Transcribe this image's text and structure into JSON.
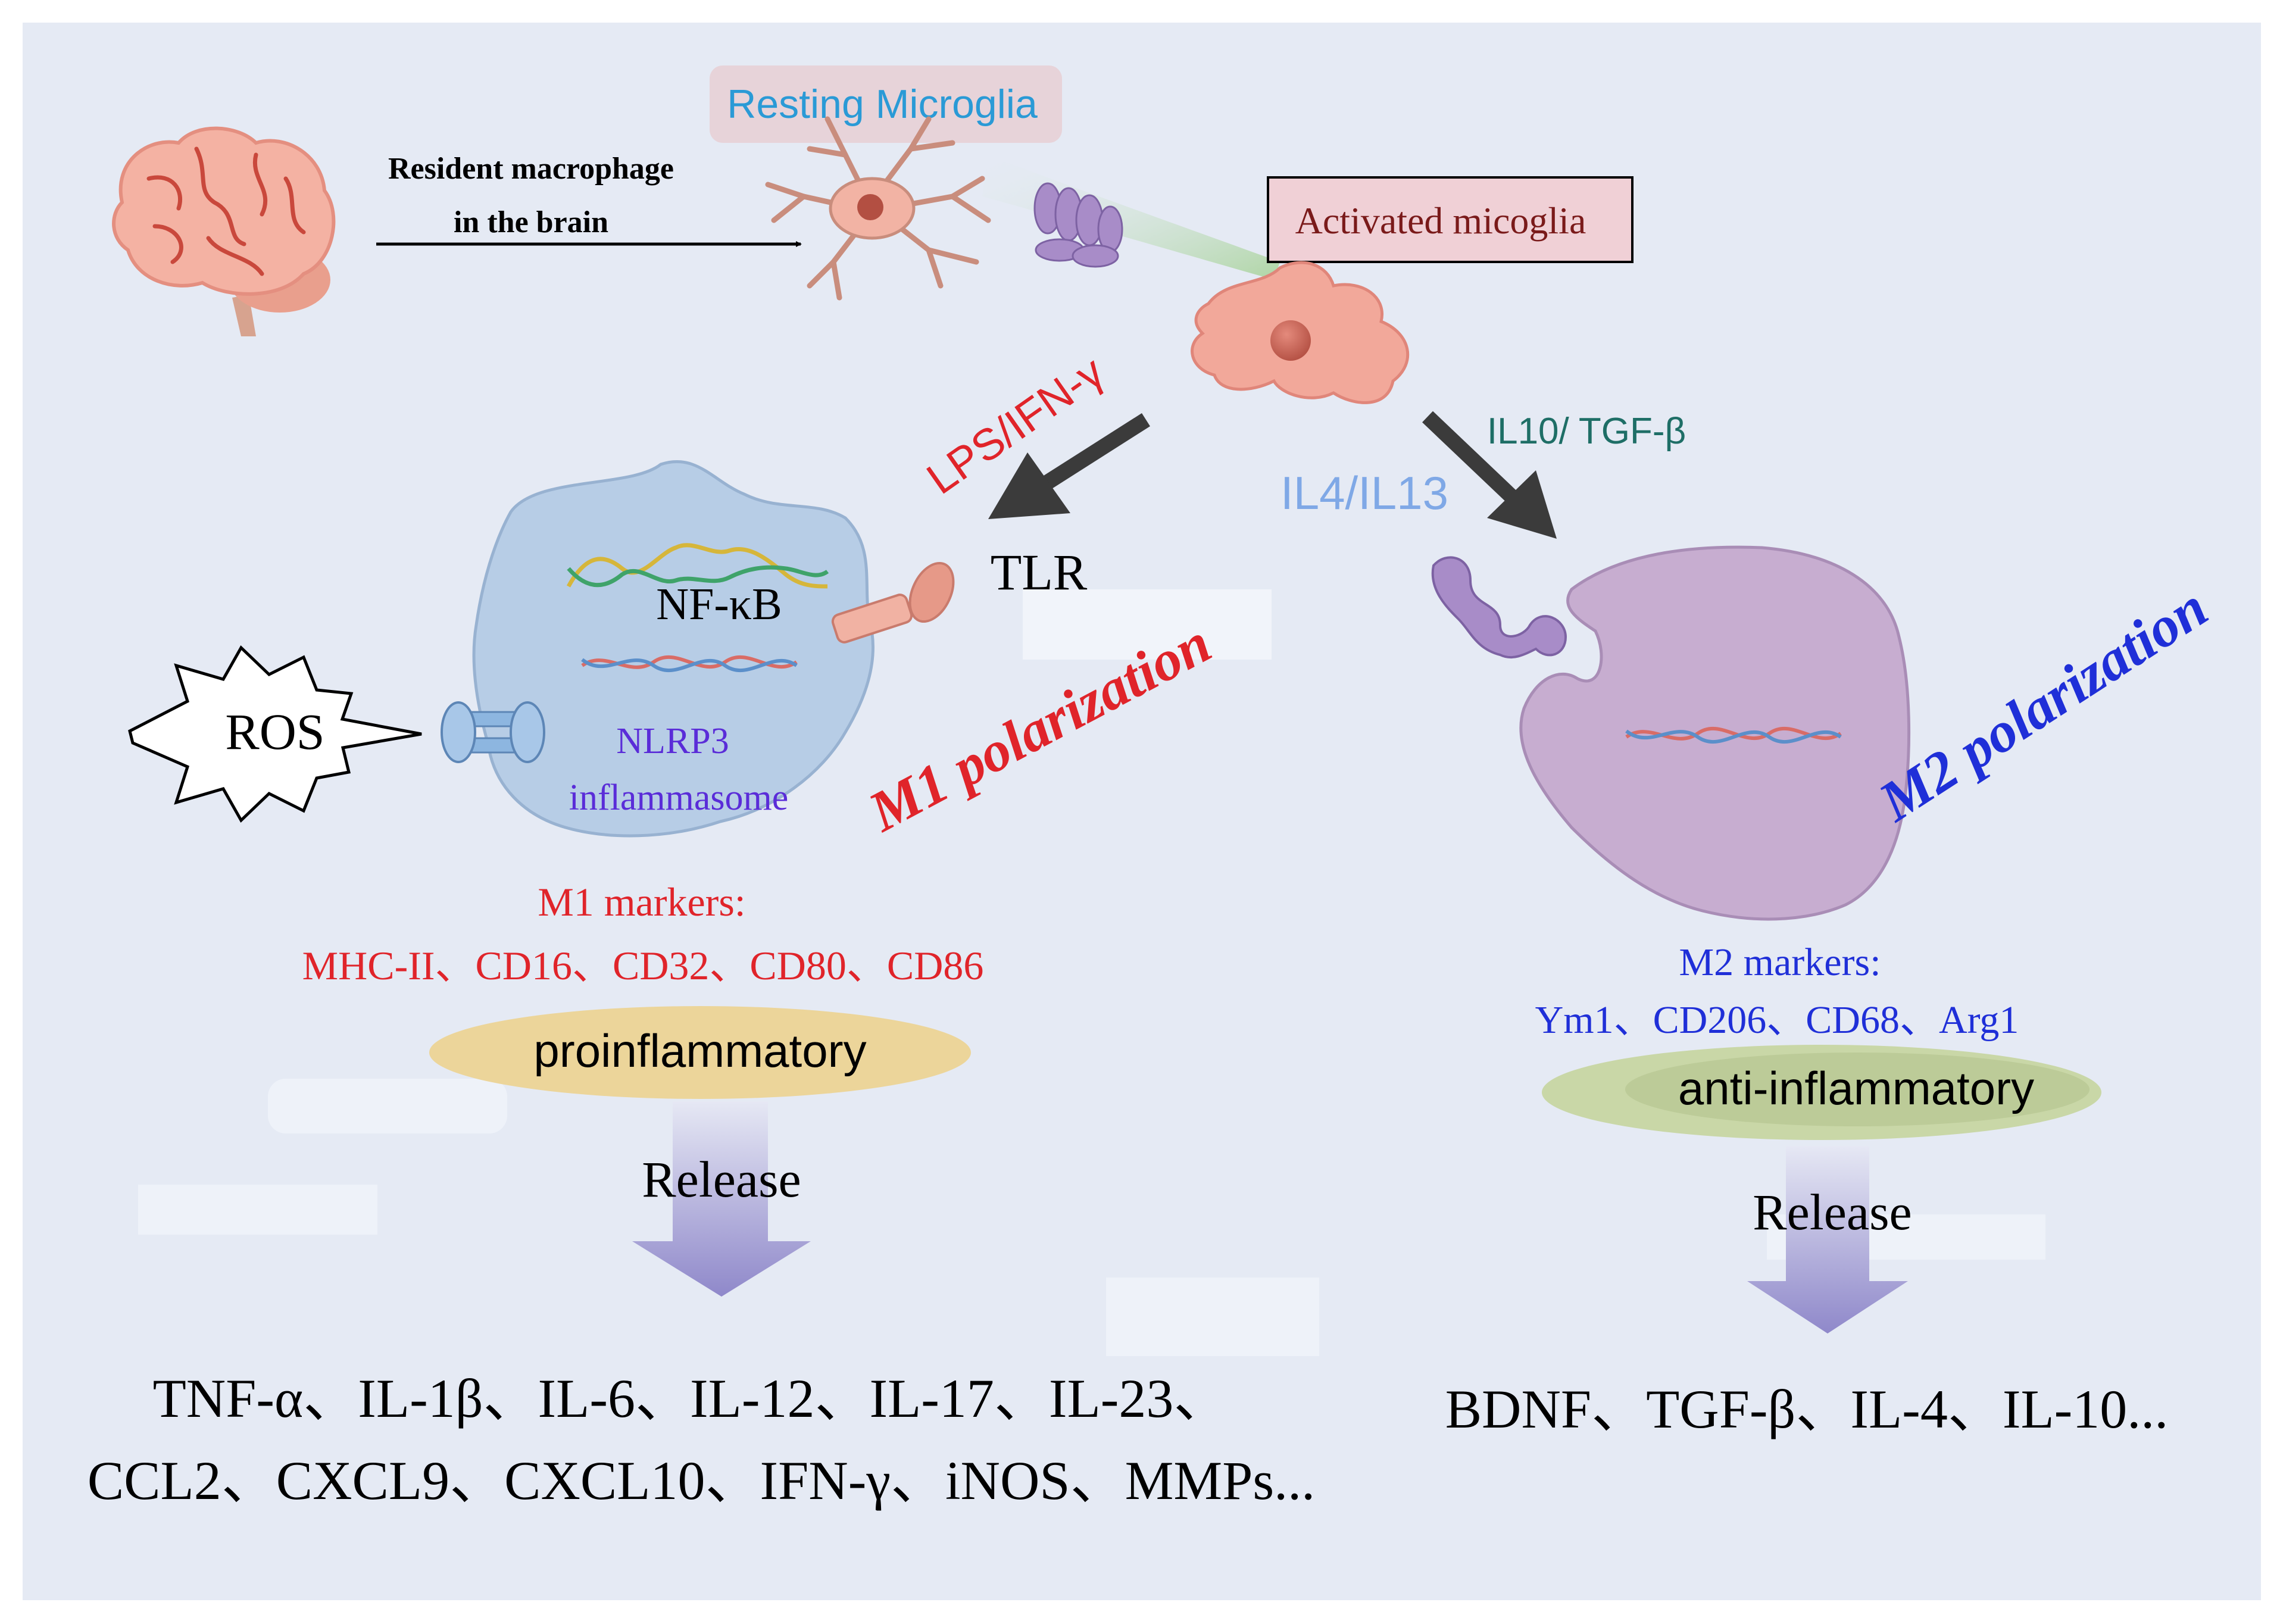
{
  "labels": {
    "resting_microglia": "Resting Microglia",
    "resident_line1": "Resident macrophage",
    "resident_line2": "in the brain",
    "activated": "Activated micoglia",
    "lps_ifn": "LPS/IFN-γ",
    "il10_tgf": "IL10/ TGF-β",
    "il4_il13": "IL4/IL13",
    "tlr": "TLR",
    "nfkb": "NF-κB",
    "nlrp3_line1": "NLRP3",
    "nlrp3_line2": "inflammasome",
    "ros": "ROS",
    "m1_polarization": "M1 polarization",
    "m2_polarization": "M2 polarization",
    "m1_markers_title": "M1 markers:",
    "m1_markers_list": "MHC-II、CD16、CD32、CD80、CD86",
    "m2_markers_title": "M2 markers:",
    "m2_markers_list": "Ym1、CD206、CD68、Arg1",
    "proinflammatory": "proinflammatory",
    "anti_inflammatory": "anti-inflammatory",
    "release_left": "Release",
    "release_right": "Release",
    "m1_cytokines_line1": "TNF-α、IL-1β、IL-6、IL-12、IL-17、IL-23、",
    "m1_cytokines_line2": "CCL2、CXCL9、CXCL10、IFN-γ、iNOS、MMPs...",
    "m2_cytokines": "BDNF、TGF-β、IL-4、IL-10..."
  },
  "colors": {
    "background": "#e5eaf4",
    "m1_red": "#e0242a",
    "m2_blue": "#1f2fd8",
    "teal": "#1e6e66",
    "light_blue": "#7fa8e6",
    "resting_blue": "#2a9ad6",
    "nlrp3_purple": "#5a2cd8",
    "activated_text": "#7a1a1a",
    "activated_box": "#f0d0d6",
    "m1_cell": "#b7cde6",
    "m2_cell": "#c7add0",
    "proinflammatory_ellipse": "#ecd59a",
    "anti_inflammatory_ellipse": "#c9d7a7",
    "release_arrow": "#8c86c8"
  }
}
